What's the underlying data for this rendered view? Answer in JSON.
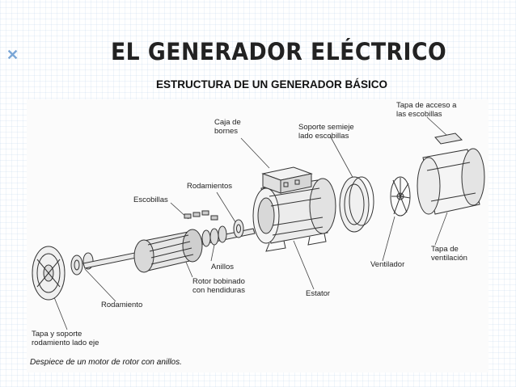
{
  "slide": {
    "title": "EL GENERADOR ELÉCTRICO",
    "subtitle": "ESTRUCTURA DE UN GENERADOR BÁSICO"
  },
  "diagram": {
    "labels": {
      "caja_bornes": "Caja de\nbornes",
      "soporte_semieje": "Soporte semieje\nlado escobillas",
      "tapa_acceso": "Tapa de acceso a\nlas escobillas",
      "rodamientos": "Rodamientos",
      "escobillas": "Escobillas",
      "anillos": "Anillos",
      "rotor": "Rotor bobinado\ncon hendiduras",
      "rodamiento": "Rodamiento",
      "tapa_soporte": "Tapa y soporte\nrodamiento lado eje",
      "estator": "Estator",
      "ventilador": "Ventilador",
      "tapa_ventilacion": "Tapa de\nventilación"
    },
    "caption": "Despiece de un motor de rotor con anillos."
  }
}
